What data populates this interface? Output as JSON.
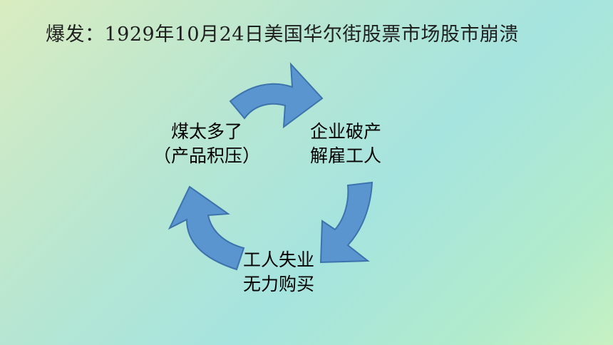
{
  "title": "爆发：1929年10月24日美国华尔街股票市场股市崩溃",
  "cycle": {
    "left": {
      "line1": "煤太多了",
      "line2": "（产品积压）"
    },
    "right": {
      "line1": "企业破产",
      "line2": "解雇工人"
    },
    "bottom": {
      "line1": "工人失业",
      "line2": "无力购买"
    }
  },
  "colors": {
    "arrow_fill": "#5b95cf",
    "arrow_stroke": "#3c73ad"
  }
}
